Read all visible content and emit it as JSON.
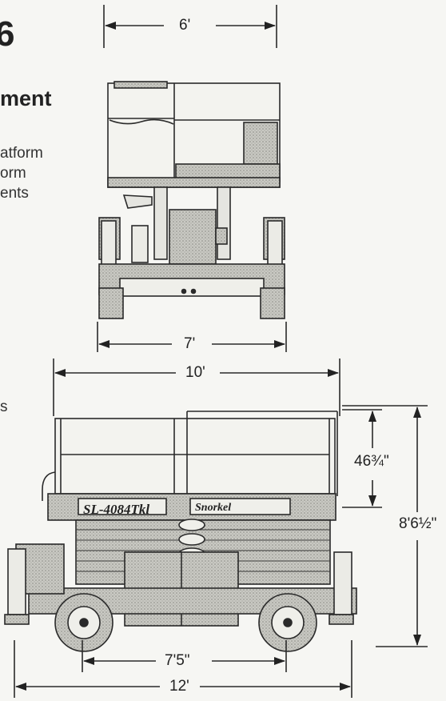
{
  "heading": {
    "fragment_large": "6",
    "fragment_sub": "ment"
  },
  "side_text": {
    "line1": "atform",
    "line2": "orm",
    "line3": "ents",
    "line4": "s"
  },
  "dimensions": {
    "width_top": "6'",
    "width_base": "7'",
    "length_deck": "10'",
    "guardrail_height": "46¾\"",
    "stowed_height": "8'6½\"",
    "wheelbase": "7'5\"",
    "overall_length": "12'"
  },
  "decals": {
    "model": "SL-4084Tkl",
    "brand": "Snorkel"
  },
  "colors": {
    "ink": "#2a2a2a",
    "stipple": "#b3b3ad",
    "paper": "#f6f6f3"
  }
}
